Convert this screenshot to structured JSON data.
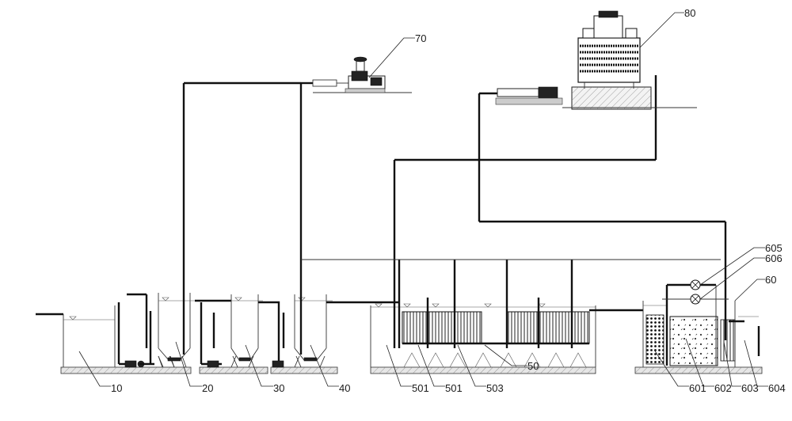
{
  "labels": {
    "l10": "10",
    "l20": "20",
    "l30": "30",
    "l40": "40",
    "l501a": "501",
    "l501b": "501",
    "l503": "503",
    "l50": "50",
    "l601": "601",
    "l602": "602",
    "l603": "603",
    "l604": "604",
    "l60": "60",
    "l605": "605",
    "l606": "606",
    "l70": "70",
    "l80": "80"
  }
}
